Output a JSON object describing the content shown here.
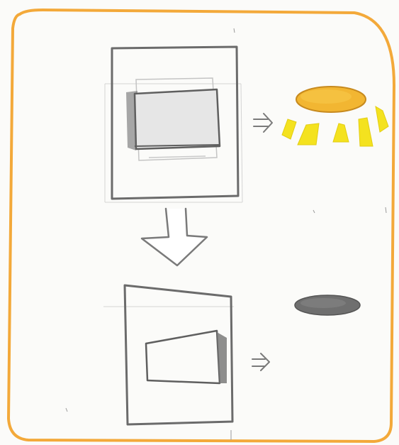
{
  "diagram": {
    "style": "pencil-and-crayon-sketch",
    "colors": {
      "paper": "#fbfbf9",
      "frame_border": "#f3a93a",
      "pencil": "#6b6b6b",
      "pencil_light": "#b9b9b9",
      "shade_dark": "#8a8a8a",
      "lamp_on_fill": "#f2b632",
      "rays": "#f4e21f",
      "lamp_off_fill": "#6f6f6f"
    },
    "states": [
      {
        "id": "state-top",
        "inner_panel": "pressed",
        "lamp": "on",
        "arrow_icon": "right-arrow-icon"
      },
      {
        "id": "state-bottom",
        "inner_panel": "released",
        "lamp": "off",
        "arrow_icon": "right-arrow-icon"
      }
    ],
    "transition_icon": "down-arrow-icon"
  }
}
